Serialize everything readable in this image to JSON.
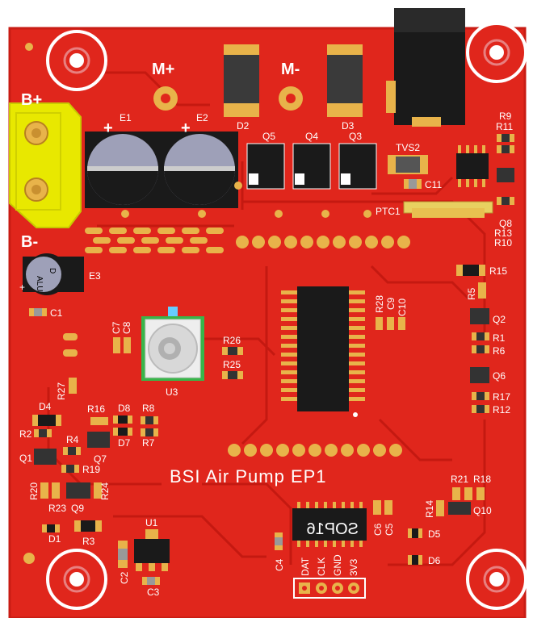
{
  "board": {
    "title": "BSI Air Pump EP1",
    "colors": {
      "board": "#e0261c",
      "board_edge": "#c91c14",
      "trace": "#c21810",
      "silk": "#ffffff",
      "pad": "#e8b34a",
      "component_dark": "#1a1a1a",
      "connector_yellow": "#e8e800",
      "cap_grey": "#9ea0b8",
      "pot_green": "#39b54a",
      "background": "#ffffff"
    }
  },
  "power_labels": {
    "b_plus": "B+",
    "b_minus": "B-",
    "m_plus": "M+",
    "m_minus": "M-"
  },
  "capacitors": {
    "e1": "E1",
    "e2": "E2",
    "e3": "E3",
    "e3_text": "ALU",
    "e3_text2": "D",
    "c1": "C1",
    "c2": "C2",
    "c3": "C3",
    "c4": "C4",
    "c5": "C5",
    "c6": "C6",
    "c7": "C7",
    "c8": "C8",
    "c9": "C9",
    "c10": "C10",
    "c11": "C11",
    "plus": "+"
  },
  "diodes": {
    "d1": "D1",
    "d2": "D2",
    "d3": "D3",
    "d4": "D4",
    "d5": "D5",
    "d6": "D6",
    "d7": "D7",
    "d8": "D8",
    "tvs2": "TVS2",
    "ptc1": "PTC1"
  },
  "transistors": {
    "q1": "Q1",
    "q2": "Q2",
    "q3": "Q3",
    "q4": "Q4",
    "q5": "Q5",
    "q6": "Q6",
    "q7": "Q7",
    "q8": "Q8",
    "q9": "Q9",
    "q10": "Q10"
  },
  "resistors": {
    "r1": "R1",
    "r2": "R2",
    "r3": "R3",
    "r4": "R4",
    "r5": "R5",
    "r6": "R6",
    "r7": "R7",
    "r8": "R8",
    "r9": "R9",
    "r10": "R10",
    "r11": "R11",
    "r12": "R12",
    "r13": "R13",
    "r14": "R14",
    "r15": "R15",
    "r16": "R16",
    "r17": "R17",
    "r18": "R18",
    "r19": "R19",
    "r20": "R20",
    "r21": "R21",
    "r23": "R23",
    "r24": "R24",
    "r25": "R25",
    "r26": "R26",
    "r27": "R27",
    "r28": "R28"
  },
  "ics": {
    "u1": "U1",
    "u3": "U3",
    "sop16": "SOP16"
  },
  "header": {
    "pins": [
      "DAT",
      "CLK",
      "GND",
      "3V3"
    ]
  }
}
